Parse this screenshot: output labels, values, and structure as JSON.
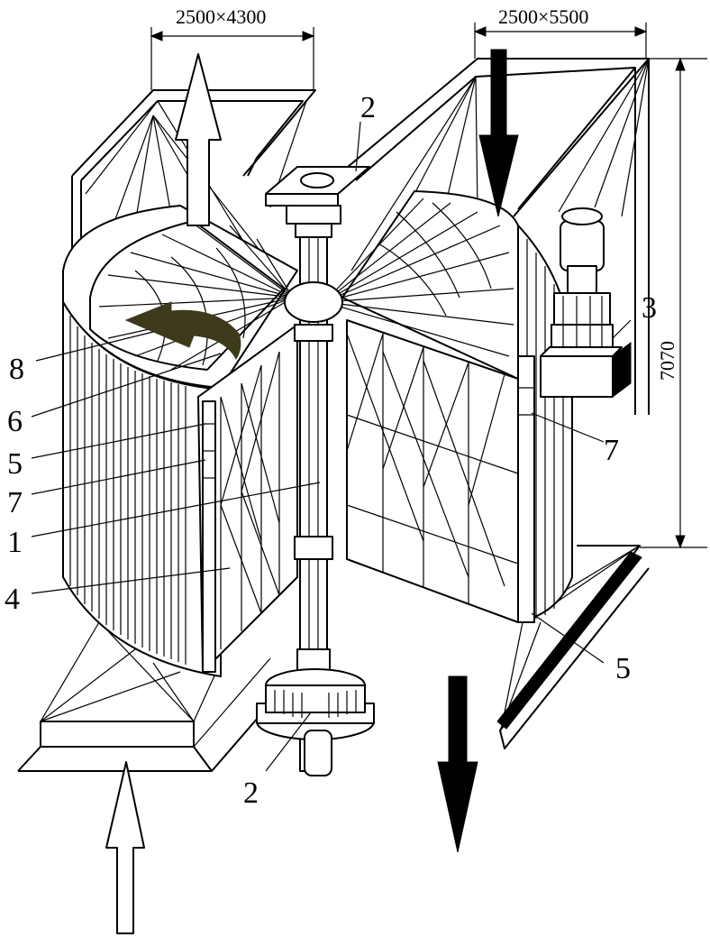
{
  "dimensions": {
    "left_top": "2500×4300",
    "right_top": "2500×5500",
    "height": "7070"
  },
  "labels": {
    "l2_top": "2",
    "l3": "3",
    "l8": "8",
    "l6": "6",
    "l5_left": "5",
    "l7_left": "7",
    "l1": "1",
    "l4": "4",
    "l7_right": "7",
    "l5_right": "5",
    "l2_bottom": "2"
  },
  "colors": {
    "line": "#000000",
    "rotation_arrow": "#3d3a1c",
    "background": "#ffffff"
  }
}
